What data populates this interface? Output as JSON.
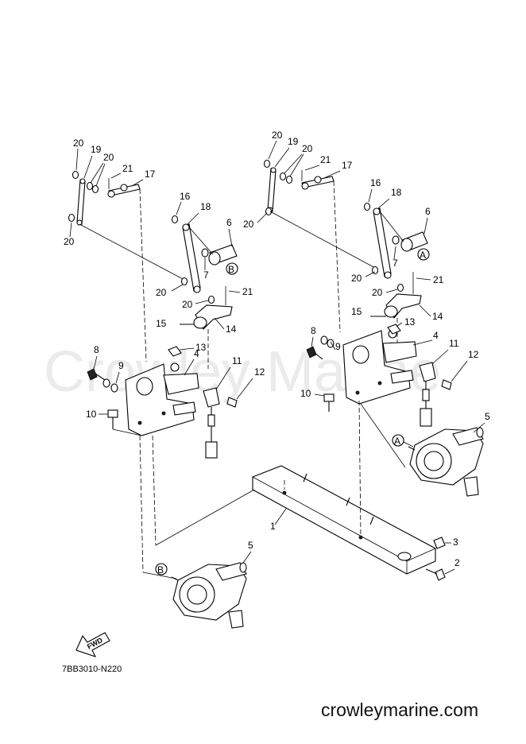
{
  "watermark": "Crowley Marine",
  "diagram_code": "7BB3010-N220",
  "website": "crowleymarine.com",
  "fwd_label": "FWD",
  "refs": {
    "A": "A",
    "B": "B"
  },
  "callouts": {
    "c1": "1",
    "c2": "2",
    "c3": "3",
    "c4": "4",
    "c4b": "4",
    "c5": "5",
    "c5b": "5",
    "c6": "6",
    "c6b": "6",
    "c7": "7",
    "c7b": "7",
    "c8": "8",
    "c8b": "8",
    "c9": "9",
    "c9b": "9",
    "c10": "10",
    "c10b": "10",
    "c11": "11",
    "c11b": "11",
    "c12": "12",
    "c12b": "12",
    "c13": "13",
    "c13b": "13",
    "c14": "14",
    "c14b": "14",
    "c15": "15",
    "c15b": "15",
    "c16": "16",
    "c16b": "16",
    "c17": "17",
    "c17b": "17",
    "c18": "18",
    "c18b": "18",
    "c19": "19",
    "c19b": "19",
    "c20a": "20",
    "c20b": "20",
    "c20c": "20",
    "c20d": "20",
    "c20e": "20",
    "c20f": "20",
    "c20g": "20",
    "c20h": "20",
    "c20i": "20",
    "c20j": "20",
    "c21": "21",
    "c21b": "21",
    "c21c": "21",
    "c21d": "21"
  }
}
